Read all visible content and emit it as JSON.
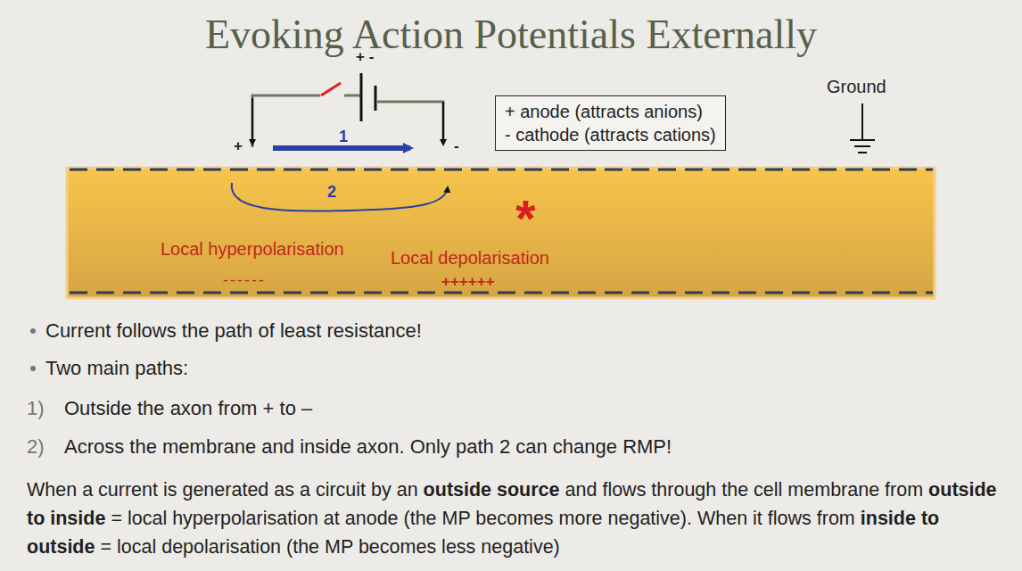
{
  "diagram": {
    "title": "Evoking Action Potentials Externally",
    "nodes": [
      {
        "text": [
          "+ anode (attracts anions)",
          "- cathode (attracts cations)"
        ]
      },
      {
        "text": [
          "*",
          "Local hyperpolarisation",
          "------",
          "Local depolarisation",
          "++++++"
        ]
      }
    ],
    "edges": [],
    "labels": [
      "+ -",
      "+",
      "-",
      "1",
      "2",
      "Ground",
      "Current follows the path of least resistance!",
      "Two main paths:",
      "1)",
      "Outside the axon from + to –",
      "2)",
      "Across the membrane and inside axon. Only path 2 can change RMP!",
      "When a current is generated  as a circuit by an",
      "outside source",
      "and flows through the cell membrane from",
      "outside to inside",
      "= local hyperpolarisation at anode (the MP becomes more negative). When it flows from",
      "inside to outside",
      "= local depolarisation (the MP becomes less negative)"
    ]
  }
}
